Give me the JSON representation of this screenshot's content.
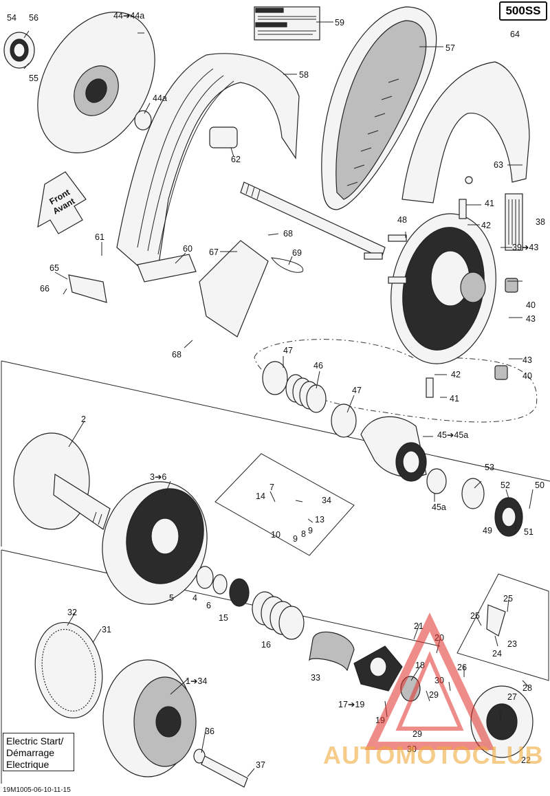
{
  "model": "500SS",
  "front_label": [
    "Front",
    "Avant"
  ],
  "electric_start": [
    "Electric Start/",
    "Démarrage",
    "Electrique"
  ],
  "reference_code": "19M1005-06-10-11-15",
  "watermark": "AUTOMOTOCLUB",
  "callouts": {
    "c54": "54",
    "c56": "56",
    "c55": "55",
    "c44_44a": "44➔44a",
    "c44a": "44a",
    "c59": "59",
    "c57": "57",
    "c64": "64",
    "c58": "58",
    "c62": "62",
    "c63": "63",
    "c41a": "41",
    "c42a": "42",
    "c38": "38",
    "c48": "48",
    "c39_43": "39➔43",
    "c40a": "40",
    "c43a": "43",
    "c43b": "43",
    "c42b": "42",
    "c40b": "40",
    "c41b": "41",
    "c61": "61",
    "c60": "60",
    "c65": "65",
    "c66": "66",
    "c67": "67",
    "c68a": "68",
    "c69": "69",
    "c68b": "68",
    "c47a": "47",
    "c46": "46",
    "c47b": "47",
    "c45_45a": "45➔45a",
    "c45a": "45a",
    "c53": "53",
    "c52": "52",
    "c50": "50",
    "c51": "51",
    "c49": "49",
    "c2": "2",
    "c3_6": "3➔6",
    "c7": "7",
    "c34a": "34",
    "c14": "14",
    "c13": "13",
    "c10": "10",
    "c9a": "9",
    "c8": "8",
    "c9b": "9",
    "c5": "5",
    "c4": "4",
    "c6": "6",
    "c15": "15",
    "c16": "16",
    "c33": "33",
    "c32": "32",
    "c31": "31",
    "c1_34": "1➔34",
    "c36": "36",
    "c37": "37",
    "c21": "21",
    "c20": "20",
    "c18": "18",
    "c17_19": "17➔19",
    "c19": "19",
    "c26": "26",
    "c30a": "30",
    "c29a": "29",
    "c29b": "29",
    "c30b": "30",
    "c25a": "25",
    "c25b": "25",
    "c24": "24",
    "c23": "23",
    "c28": "28",
    "c27": "27",
    "c22": "22"
  },
  "colors": {
    "ink": "#222222",
    "watermark_red": "#e0302a",
    "watermark_orange": "#f0a83c"
  }
}
